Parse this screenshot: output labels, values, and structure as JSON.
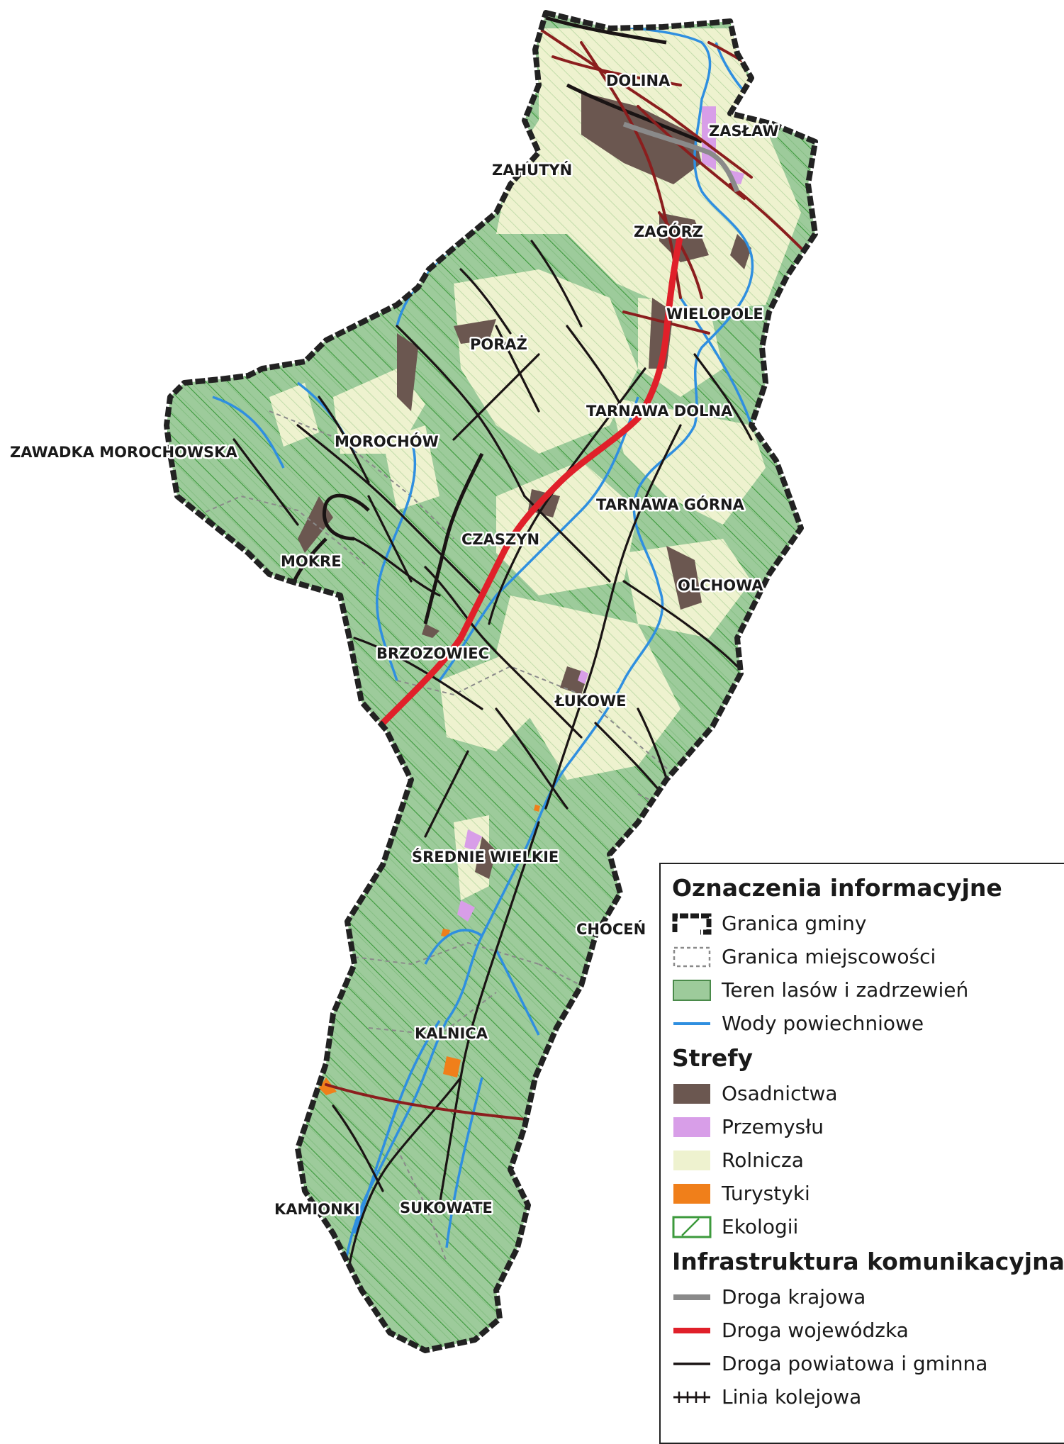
{
  "map": {
    "places": [
      {
        "id": "dolina",
        "name": "DOLINA"
      },
      {
        "id": "zaslaw",
        "name": "ZASŁAW"
      },
      {
        "id": "zahutyn",
        "name": "ZAHUTYŃ"
      },
      {
        "id": "zagorz",
        "name": "ZAGÓRZ"
      },
      {
        "id": "wielopole",
        "name": "WIELOPOLE"
      },
      {
        "id": "poraz",
        "name": "PORAŻ"
      },
      {
        "id": "tarnawa-dolna",
        "name": "TARNAWA DOLNA"
      },
      {
        "id": "zawadka",
        "name": "ZAWADKA MOROCHOWSKA"
      },
      {
        "id": "morochow",
        "name": "MOROCHÓW"
      },
      {
        "id": "tarnawa-gorna",
        "name": "TARNAWA GÓRNA"
      },
      {
        "id": "czaszyn",
        "name": "CZASZYN"
      },
      {
        "id": "mokre",
        "name": "MOKRE"
      },
      {
        "id": "olchowa",
        "name": "OLCHOWA"
      },
      {
        "id": "brzozowiec",
        "name": "BRZOZOWIEC"
      },
      {
        "id": "lukowe",
        "name": "ŁUKOWE"
      },
      {
        "id": "srednie-wielkie",
        "name": "ŚREDNIE WIELKIE"
      },
      {
        "id": "chocen",
        "name": "CHOCEŃ"
      },
      {
        "id": "kalnica",
        "name": "KALNICA"
      },
      {
        "id": "kamionki",
        "name": "KAMIONKI"
      },
      {
        "id": "sukowate",
        "name": "SUKOWATE"
      }
    ],
    "colors": {
      "forest": "#9dcb9b",
      "farmland": "#eef2cf",
      "settlement": "#6b5750",
      "industry": "#d89ee8",
      "tourism": "#f07f1a",
      "ecology_hatch": "#3c9a3c",
      "boundary": "#222222",
      "water": "#2f8fe0",
      "national_road": "#8a8a8a",
      "voivodeship_road": "#e0202a",
      "local_road": "#1a1414",
      "railway": "#1a1414",
      "other_road": "#8b1e1e"
    }
  },
  "legend": {
    "sections": [
      {
        "title": "Oznaczenia informacyjne",
        "items": [
          {
            "label": "Granica gminy",
            "symbol": "municipal-boundary"
          },
          {
            "label": "Granica miejscowości",
            "symbol": "locality-boundary"
          },
          {
            "label": "Teren lasów i zadrzewień",
            "symbol": "forest-area"
          },
          {
            "label": "Wody powiechniowe",
            "symbol": "surface-water"
          }
        ]
      },
      {
        "title": "Strefy",
        "items": [
          {
            "label": "Osadnictwa",
            "symbol": "settlement-zone",
            "color": "#6b5750"
          },
          {
            "label": "Przemysłu",
            "symbol": "industry-zone",
            "color": "#d89ee8"
          },
          {
            "label": "Rolnicza",
            "symbol": "agricultural-zone",
            "color": "#eef2cf"
          },
          {
            "label": "Turystyki",
            "symbol": "tourism-zone",
            "color": "#f07f1a"
          },
          {
            "label": "Ekologii",
            "symbol": "ecology-zone"
          }
        ]
      },
      {
        "title": "Infrastruktura komunikacyjna",
        "items": [
          {
            "label": "Droga krajowa",
            "symbol": "national-road"
          },
          {
            "label": "Droga wojewódzka",
            "symbol": "voivodeship-road"
          },
          {
            "label": "Droga powiatowa i gminna",
            "symbol": "county-road"
          },
          {
            "label": "Linia kolejowa",
            "symbol": "railway-line"
          }
        ]
      }
    ]
  }
}
